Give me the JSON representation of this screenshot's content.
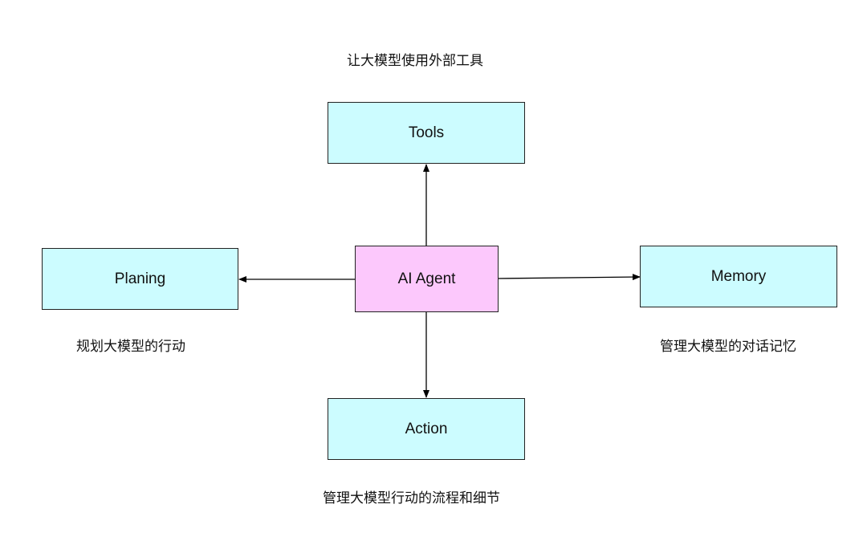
{
  "colors": {
    "node_fill": "#ccfcff",
    "center_fill": "#fcc8fc",
    "border": "#222222",
    "edge": "#000000"
  },
  "nodes": {
    "center": {
      "label": "AI Agent"
    },
    "tools": {
      "label": "Tools",
      "caption": "让大模型使用外部工具"
    },
    "planing": {
      "label": "Planing",
      "caption": "规划大模型的行动"
    },
    "memory": {
      "label": "Memory",
      "caption": "管理大模型的对话记忆"
    },
    "action": {
      "label": "Action",
      "caption": "管理大模型行动的流程和细节"
    }
  },
  "edges": [
    {
      "from": "center",
      "to": "tools"
    },
    {
      "from": "center",
      "to": "planing"
    },
    {
      "from": "center",
      "to": "memory"
    },
    {
      "from": "center",
      "to": "action"
    }
  ]
}
